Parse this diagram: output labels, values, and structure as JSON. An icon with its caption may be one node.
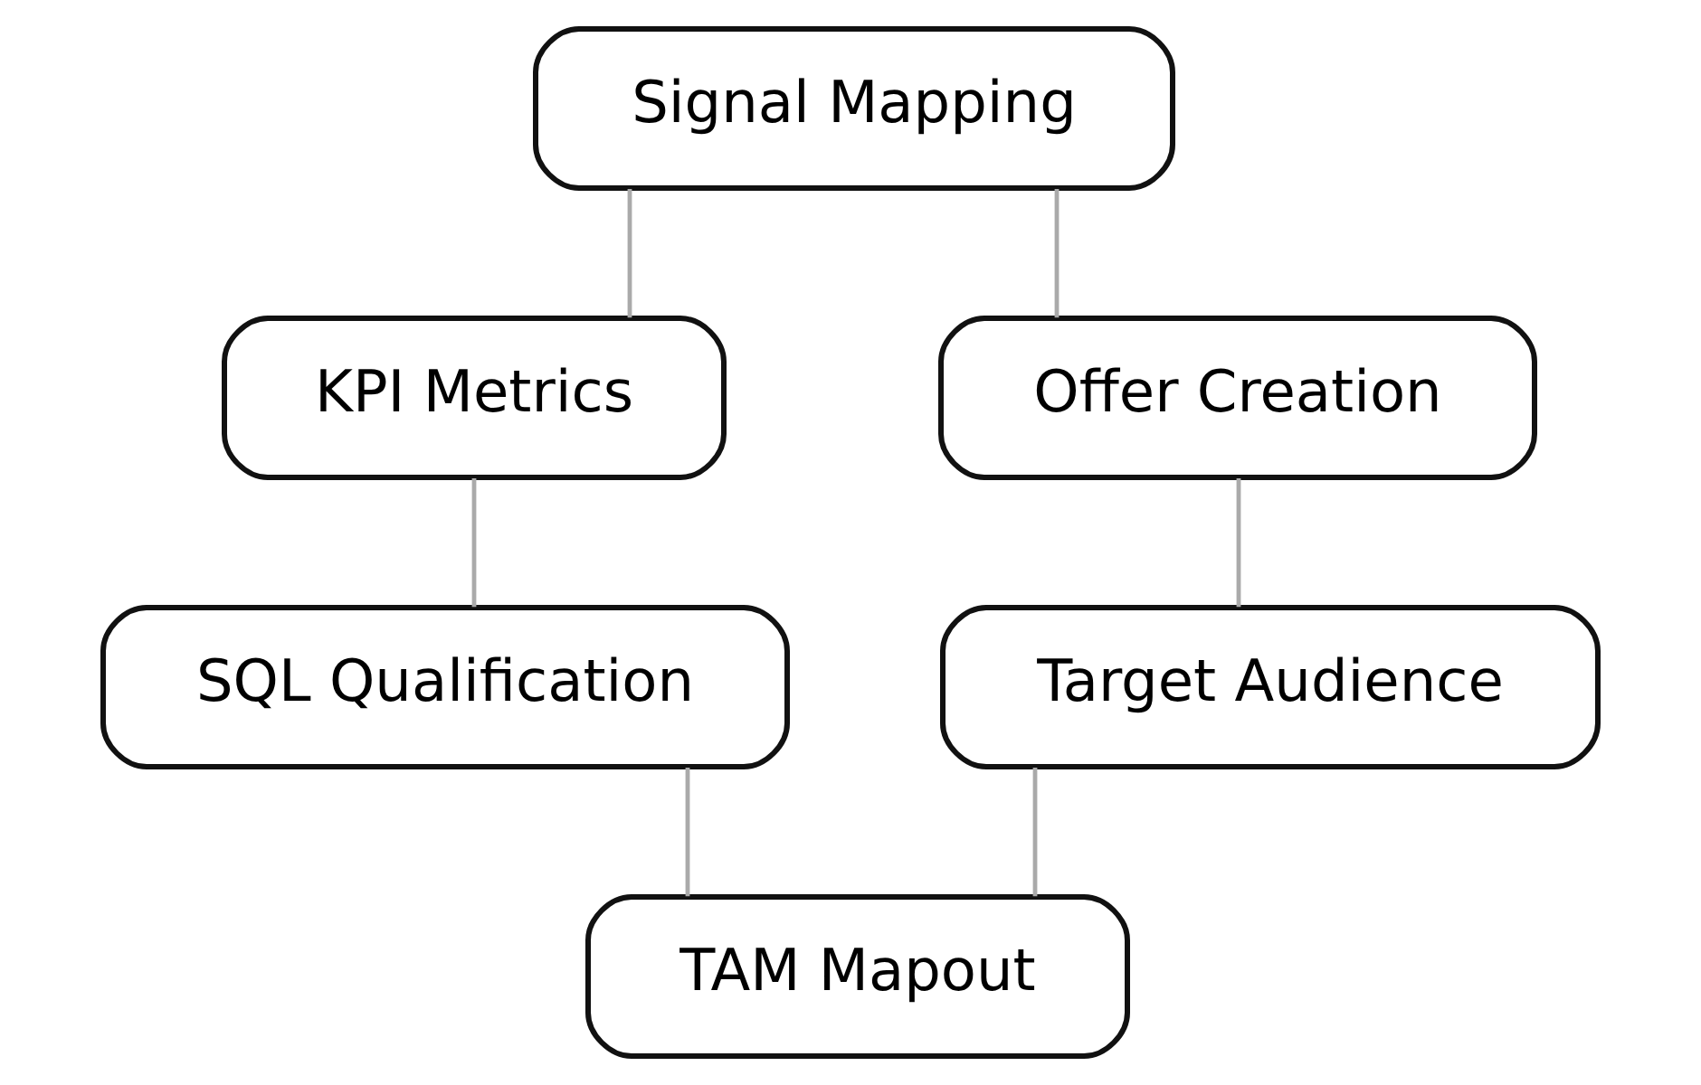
{
  "diagram": {
    "nodes": [
      {
        "text": [
          "Signal Mapping"
        ]
      },
      {
        "text": [
          "KPI Metrics"
        ]
      },
      {
        "text": [
          "Offer Creation"
        ]
      },
      {
        "text": [
          "SQL Qualification"
        ]
      },
      {
        "text": [
          "Target Audience"
        ]
      },
      {
        "text": [
          "TAM Mapout"
        ]
      }
    ],
    "edges": [
      {
        "from": 0,
        "to": 1,
        "arrow": "none"
      },
      {
        "from": 1,
        "to": 3,
        "arrow": "none"
      },
      {
        "from": 3,
        "to": 5,
        "arrow": "none"
      },
      {
        "from": 4,
        "to": 5,
        "arrow": "none"
      },
      {
        "from": 2,
        "to": 4,
        "arrow": "none"
      },
      {
        "from": 0,
        "to": 2,
        "arrow": "none"
      }
    ]
  }
}
